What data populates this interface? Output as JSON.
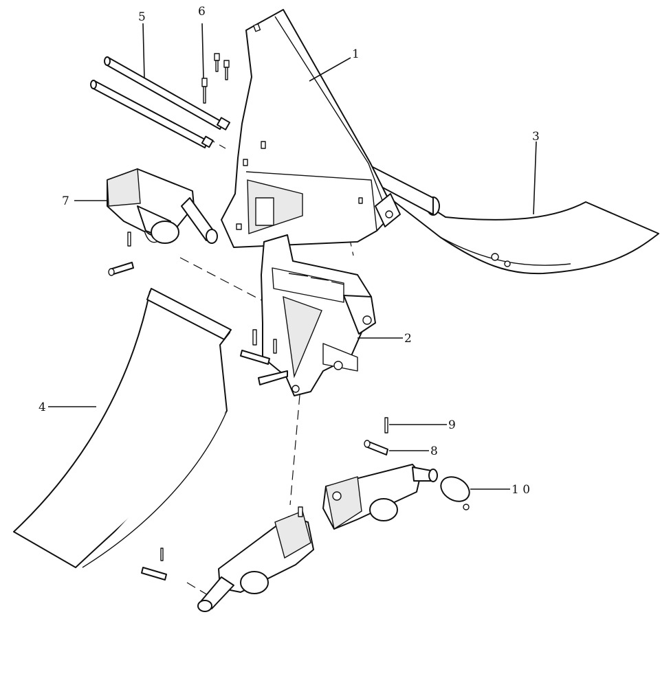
{
  "callouts": [
    {
      "id": "1",
      "label": "1"
    },
    {
      "id": "2",
      "label": "2"
    },
    {
      "id": "3",
      "label": "3"
    },
    {
      "id": "4",
      "label": "4"
    },
    {
      "id": "5",
      "label": "5"
    },
    {
      "id": "6",
      "label": "6"
    },
    {
      "id": "7",
      "label": "7"
    },
    {
      "id": "8",
      "label": "8"
    },
    {
      "id": "9",
      "label": "9"
    },
    {
      "id": "10",
      "label": "1 0"
    }
  ]
}
